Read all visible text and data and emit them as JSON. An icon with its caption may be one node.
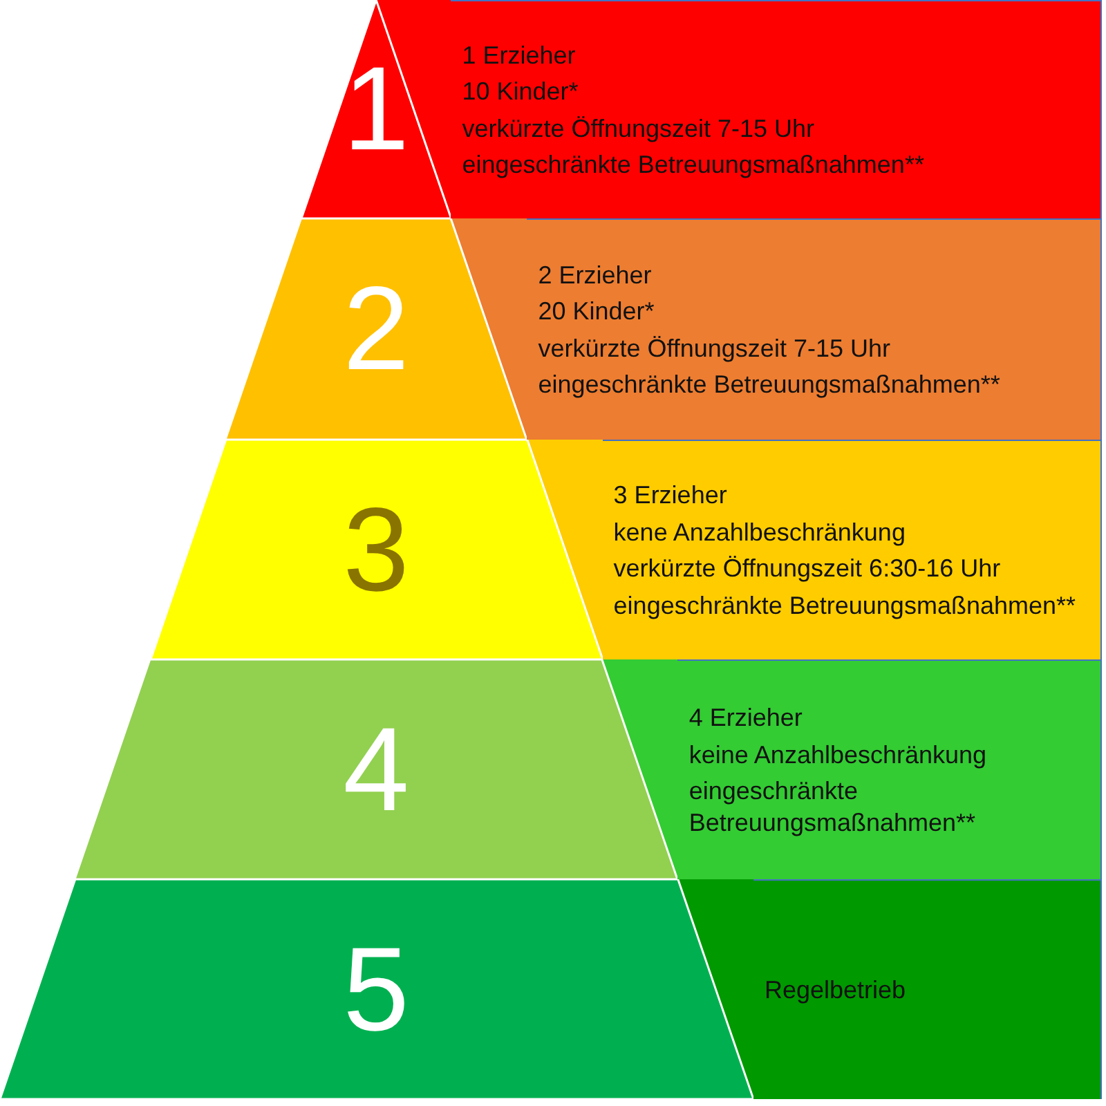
{
  "diagram": {
    "nodes": [
      {
        "text": [
          "1"
        ]
      },
      {
        "text": [
          "1 Erzieher",
          "10 Kinder*",
          "verkürzte Öffnungszeit 7-15 Uhr",
          "eingeschränkte Betreuungsmaßnahmen**"
        ]
      },
      {
        "text": [
          "2"
        ]
      },
      {
        "text": [
          "2 Erzieher",
          "20 Kinder*",
          "verkürzte Öffnungszeit 7-15 Uhr",
          "eingeschränkte Betreuungsmaßnahmen**"
        ]
      },
      {
        "text": [
          "3"
        ]
      },
      {
        "text": [
          "3 Erzieher",
          "kene Anzahlbeschränkung",
          "verkürzte Öffnungszeit 6:30-16 Uhr",
          "eingeschränkte Betreuungsmaßnahmen**"
        ]
      },
      {
        "text": [
          "4"
        ]
      },
      {
        "text": [
          "4 Erzieher",
          "keine Anzahlbeschränkung",
          "eingeschränkte Betreuungsmaßnahmen**"
        ]
      },
      {
        "text": [
          "5"
        ]
      },
      {
        "text": [
          "Regelbetrieb"
        ]
      }
    ]
  }
}
